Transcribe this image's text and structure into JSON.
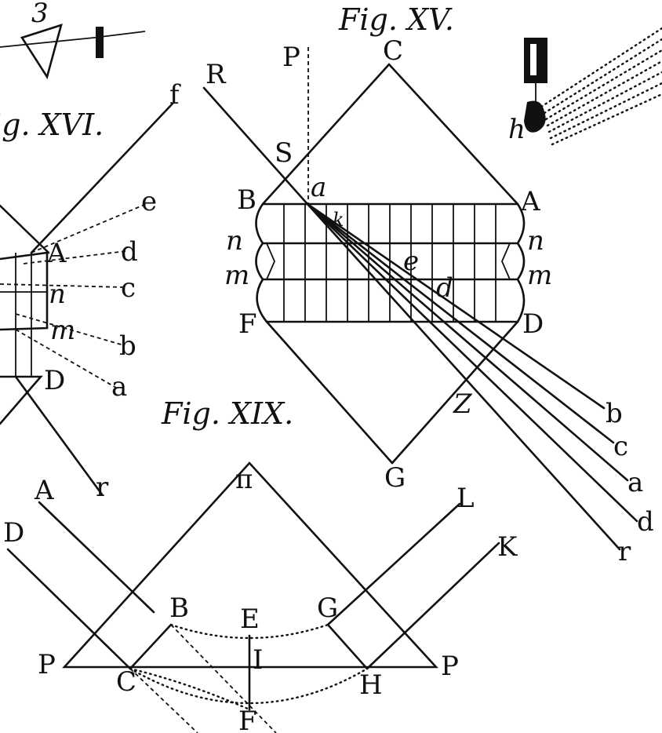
{
  "figures": {
    "xv": {
      "title": "Fig. XV."
    },
    "xvi": {
      "title": "ig. XVI."
    },
    "xix": {
      "title": "Fig. XIX."
    },
    "top_left_numeral": "3"
  },
  "labels": {
    "xv": {
      "P": "P",
      "C": "C",
      "R": "R",
      "S": "S",
      "a_point": "a",
      "B": "B",
      "A": "A",
      "n_left": "n",
      "n_right": "n",
      "m_left": "m",
      "m_right": "m",
      "k": "k",
      "e": "e",
      "d_point": "d",
      "F": "F",
      "D": "D",
      "Z": "Z",
      "G": "G",
      "b": "b",
      "c": "c",
      "a": "a",
      "d": "d",
      "r": "r",
      "h": "h"
    },
    "xvi": {
      "f": "f",
      "e": "e",
      "A": "A",
      "d": "d",
      "c": "c",
      "n": "n",
      "m": "m",
      "b": "b",
      "a": "a",
      "D": "D",
      "r": "r"
    },
    "xix": {
      "pi": "π",
      "A": "A",
      "L": "L",
      "D": "D",
      "K": "K",
      "B": "B",
      "E": "E",
      "G": "G",
      "P_left": "P",
      "C": "C",
      "I": "I",
      "H": "H",
      "P_right": "P",
      "F": "F"
    }
  }
}
